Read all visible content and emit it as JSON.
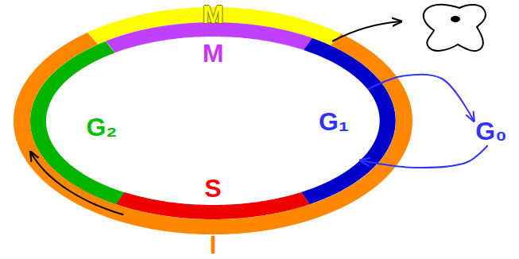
{
  "diagram": {
    "nodes": [
      {
        "text": [
          "M"
        ]
      },
      {
        "text": [
          "M"
        ]
      },
      {
        "text": [
          "G₂"
        ]
      },
      {
        "text": [
          "G₁"
        ]
      },
      {
        "text": [
          "G₀"
        ]
      },
      {
        "text": [
          "S"
        ]
      },
      {
        "text": [
          "I"
        ]
      }
    ],
    "edges": [
      {
        "from": 3,
        "to": 4,
        "arrow": "to"
      },
      {
        "from": 4,
        "to": 3,
        "arrow": "to"
      }
    ]
  }
}
